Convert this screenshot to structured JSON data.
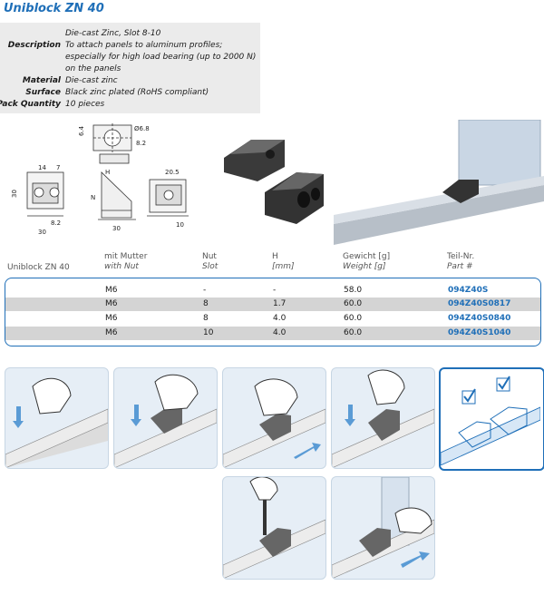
{
  "title": "Uniblock ZN 40",
  "spec": {
    "rows": [
      {
        "key": "",
        "value": "Die-cast Zinc, Slot 8-10"
      },
      {
        "key": "Description",
        "value": "To attach panels to aluminum profiles;"
      },
      {
        "key": "",
        "value": "especially for high load bearing (up to 2000 N)"
      },
      {
        "key": "",
        "value": "on the panels"
      },
      {
        "key": "Material",
        "value": "Die-cast zinc"
      },
      {
        "key": "Surface",
        "value": "Black zinc plated (RoHS compliant)"
      },
      {
        "key": "Pack Quantity",
        "value": "10 pieces"
      }
    ]
  },
  "drawing": {
    "dims": [
      "6.4",
      "Ø6.8",
      "8.2",
      "14",
      "7",
      "H",
      "20.5",
      "30",
      "8.2",
      "30",
      "N",
      "30",
      "10"
    ]
  },
  "table": {
    "product": "Uniblock ZN 40",
    "headers": [
      {
        "de": "mit Mutter",
        "en": "with Nut"
      },
      {
        "de": "Nut",
        "en": "Slot"
      },
      {
        "de": "H",
        "en": "[mm]"
      },
      {
        "de": "Gewicht [g]",
        "en": "Weight [g]"
      },
      {
        "de": "Teil-Nr.",
        "en": "Part #"
      }
    ],
    "rows": [
      {
        "nut": "M6",
        "slot": "-",
        "h": "-",
        "weight": "58.0",
        "part": "094Z40S"
      },
      {
        "nut": "M6",
        "slot": "8",
        "h": "1.7",
        "weight": "60.0",
        "part": "094Z40S0817"
      },
      {
        "nut": "M6",
        "slot": "8",
        "h": "4.0",
        "weight": "60.0",
        "part": "094Z40S0840"
      },
      {
        "nut": "M6",
        "slot": "10",
        "h": "4.0",
        "weight": "60.0",
        "part": "094Z40S1040"
      }
    ]
  },
  "colors": {
    "accent": "#1f6fb8",
    "shade": "#d4d4d4",
    "spec_bg": "#ebebeb"
  }
}
